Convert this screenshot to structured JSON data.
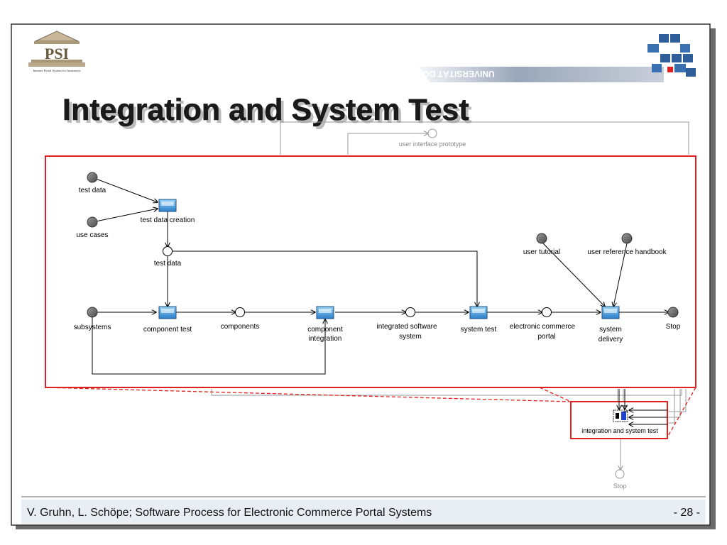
{
  "slide": {
    "title": "Integration and System Test",
    "logo_text": "PSI",
    "logo_caption": "Internet Portal System for Insurances",
    "university": "UNIVERSITÄT DORTMUND",
    "footer_authors": "V. Gruhn, L. Schöpe; Software Process for Electronic Commerce Portal Systems",
    "page_number": "- 28 -"
  },
  "outer_diagram": {
    "prototype_label": "user interface prototype",
    "activity_label": "integration and system test",
    "stop_label": "Stop"
  },
  "diagram": {
    "nodes": {
      "test_data_input": "test data",
      "use_cases": "use cases",
      "test_data_creation": "test data creation",
      "test_data_output": "test data",
      "subsystems": "subsystems",
      "component_test": "component test",
      "components": "components",
      "component_integration_1": "component",
      "component_integration_2": "integration",
      "integrated_software_system_1": "integrated software",
      "integrated_software_system_2": "system",
      "system_test": "system test",
      "electronic_commerce_portal_1": "electronic commerce",
      "electronic_commerce_portal_2": "portal",
      "user_tutorial": "user tutorial",
      "user_reference_handbook": "user reference handbook",
      "system_delivery_1": "system",
      "system_delivery_2": "delivery",
      "stop": "Stop"
    }
  },
  "colors": {
    "highlight_red": "#e02020",
    "title_dark": "#1a1a1a",
    "activity_blue": "#3f8fd8",
    "footer_text": "#101010"
  }
}
